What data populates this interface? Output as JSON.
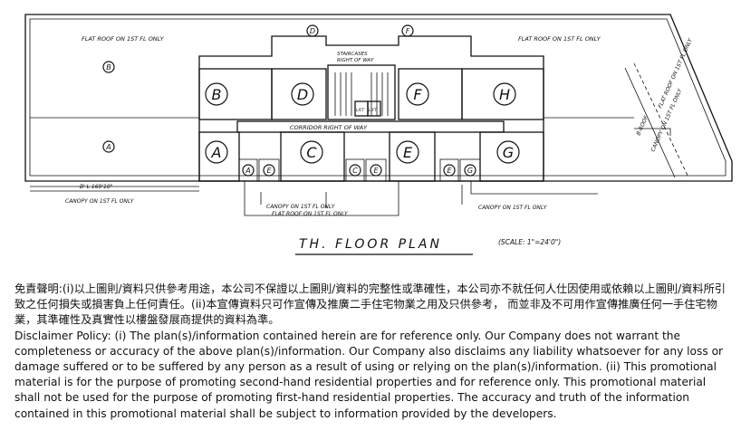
{
  "plan": {
    "title": "TH. FLOOR PLAN",
    "scale_note": "(SCALE: 1\"=24'0\")",
    "notes": {
      "flat_roof_left": "FLAT ROOF ON 1ST FL ONLY",
      "flat_roof_right": "FLAT ROOF ON 1ST FL ONLY",
      "flat_roof_diag": "FLAT ROOF ON 1ST FL ONLY",
      "canopy_diag": "CANOPY ON 1ST FL ONLY",
      "bracket_diag": "B-ROOF",
      "staircases": "STAIRCASES",
      "staircases_2": "RIGHT OF WAY",
      "corridor": "CORRIDOR RIGHT OF WAY",
      "canopy_bottom_left": "CANOPY ON 1ST FL ONLY",
      "canopy_bottom_mid": "CANOPY ON 1ST FL ONLY",
      "flat_roof_bottom_mid": "FLAT ROOF ON 1ST FL ONLY",
      "canopy_bottom_right": "CANOPY ON 1ST FL ONLY",
      "lift_1": "LIFT",
      "lift_2": "LIFT",
      "dim_left": "B' L 169'10\""
    },
    "labels": {
      "upper_b": "B",
      "upper_a": "A",
      "upper_d": "D",
      "upper_f": "F",
      "flat_b": "B",
      "flat_d": "D",
      "flat_f": "F",
      "flat_h": "H",
      "flat_a": "A",
      "flat_c": "C",
      "flat_e": "E",
      "flat_g": "G",
      "small_a": "A",
      "small_e1": "E",
      "small_c": "C",
      "small_e2": "E",
      "small_e3": "E",
      "small_g": "G"
    }
  },
  "disclaimer": {
    "zh_1": "免責聲明:(i)以上圖則/資料只供參考用途，本公司不保證以上圖則/資料的完整性或準確性，本公司亦不就任何人仕因使用或依賴以上圖則/資料所引致之任何損失或損害負上任何責任。(ii)本宣傳資料只可作宣傳及推廣二手住宅物業之用及只供參考， 而並非及不可用作宣傳推廣任何一手住宅物業，其準確性及真實性以樓盤發展商提供的資料為準。",
    "en_1": "Disclaimer Policy: (i) The plan(s)/information contained herein are for reference only. Our Company does not warrant the completeness or accuracy of the above plan(s)/information. Our Company also disclaims any liability whatsoever for any loss or damage suffered or to be suffered by any person as a result of using or relying on the plan(s)/information. (ii) This promotional material is for the purpose of promoting second-hand residential properties and for reference only. This promotional material shall not be used for the purpose of promoting first-hand residential properties. The accuracy and truth of the information contained in this promotional material shall be subject to information provided by the developers."
  }
}
